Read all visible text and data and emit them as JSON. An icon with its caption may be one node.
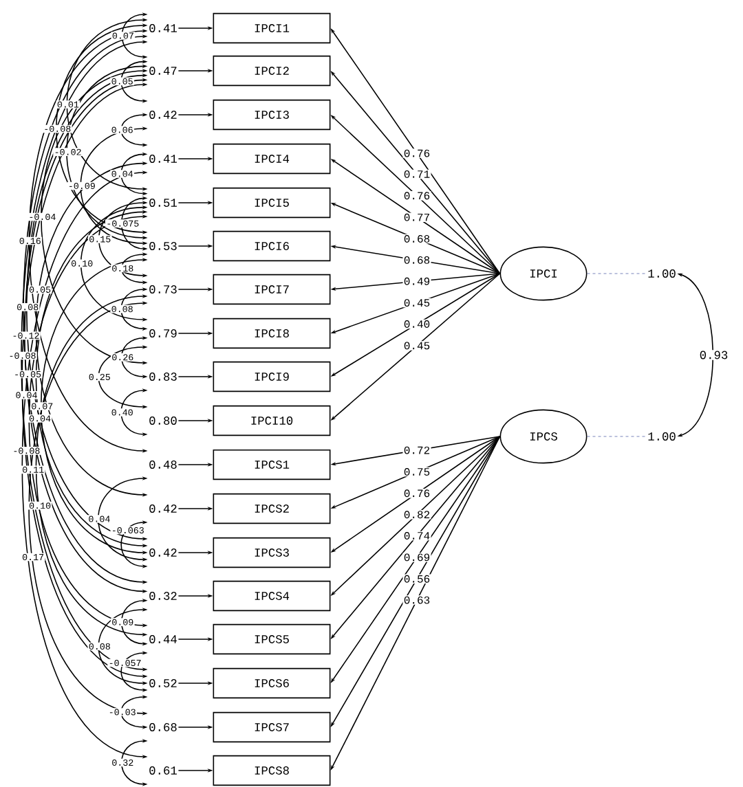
{
  "diagram": {
    "nodes": [
      {
        "text": [
          "IPCI1"
        ]
      },
      {
        "text": [
          "IPCI2"
        ]
      },
      {
        "text": [
          "IPCI3"
        ]
      },
      {
        "text": [
          "IPCI4"
        ]
      },
      {
        "text": [
          "IPCI5"
        ]
      },
      {
        "text": [
          "IPCI6"
        ]
      },
      {
        "text": [
          "IPCI7"
        ]
      },
      {
        "text": [
          "IPCI8"
        ]
      },
      {
        "text": [
          "IPCI9"
        ]
      },
      {
        "text": [
          "IPCI10"
        ]
      },
      {
        "text": [
          "IPCS1"
        ]
      },
      {
        "text": [
          "IPCS2"
        ]
      },
      {
        "text": [
          "IPCS3"
        ]
      },
      {
        "text": [
          "IPCS4"
        ]
      },
      {
        "text": [
          "IPCS5"
        ]
      },
      {
        "text": [
          "IPCS6"
        ]
      },
      {
        "text": [
          "IPCS7"
        ]
      },
      {
        "text": [
          "IPCS8"
        ]
      },
      {
        "text": [
          "IPCI"
        ]
      },
      {
        "text": [
          "IPCS"
        ]
      },
      {
        "text": [
          "0.41"
        ]
      },
      {
        "text": [
          "0.47"
        ]
      },
      {
        "text": [
          "0.42"
        ]
      },
      {
        "text": [
          "0.41"
        ]
      },
      {
        "text": [
          "0.51"
        ]
      },
      {
        "text": [
          "0.53"
        ]
      },
      {
        "text": [
          "0.73"
        ]
      },
      {
        "text": [
          "0.79"
        ]
      },
      {
        "text": [
          "0.83"
        ]
      },
      {
        "text": [
          "0.80"
        ]
      },
      {
        "text": [
          "0.48"
        ]
      },
      {
        "text": [
          "0.42"
        ]
      },
      {
        "text": [
          "0.42"
        ]
      },
      {
        "text": [
          "0.32"
        ]
      },
      {
        "text": [
          "0.44"
        ]
      },
      {
        "text": [
          "0.52"
        ]
      },
      {
        "text": [
          "0.68"
        ]
      },
      {
        "text": [
          "0.61"
        ]
      },
      {
        "text": [
          "1.00"
        ]
      },
      {
        "text": [
          "1.00"
        ]
      }
    ],
    "edges": [
      {
        "from": 20,
        "to": 0,
        "arrow": "to"
      },
      {
        "from": 21,
        "to": 1,
        "arrow": "to"
      },
      {
        "from": 22,
        "to": 2,
        "arrow": "to"
      },
      {
        "from": 23,
        "to": 3,
        "arrow": "to"
      },
      {
        "from": 24,
        "to": 4,
        "arrow": "to"
      },
      {
        "from": 25,
        "to": 5,
        "arrow": "to"
      },
      {
        "from": 26,
        "to": 6,
        "arrow": "to"
      },
      {
        "from": 27,
        "to": 7,
        "arrow": "to"
      },
      {
        "from": 28,
        "to": 8,
        "arrow": "to"
      },
      {
        "from": 29,
        "to": 9,
        "arrow": "to"
      },
      {
        "from": 30,
        "to": 10,
        "arrow": "to"
      },
      {
        "from": 31,
        "to": 11,
        "arrow": "to"
      },
      {
        "from": 32,
        "to": 12,
        "arrow": "to"
      },
      {
        "from": 33,
        "to": 13,
        "arrow": "to"
      },
      {
        "from": 34,
        "to": 14,
        "arrow": "to"
      },
      {
        "from": 35,
        "to": 15,
        "arrow": "to"
      },
      {
        "from": 36,
        "to": 16,
        "arrow": "to"
      },
      {
        "from": 37,
        "to": 17,
        "arrow": "to"
      },
      {
        "from": 18,
        "to": 0,
        "arrow": "to",
        "label": "0.76"
      },
      {
        "from": 18,
        "to": 1,
        "arrow": "to",
        "label": "0.71"
      },
      {
        "from": 18,
        "to": 2,
        "arrow": "to",
        "label": "0.76"
      },
      {
        "from": 18,
        "to": 3,
        "arrow": "to",
        "label": "0.77"
      },
      {
        "from": 18,
        "to": 4,
        "arrow": "to",
        "label": "0.68"
      },
      {
        "from": 18,
        "to": 5,
        "arrow": "to",
        "label": "0.68"
      },
      {
        "from": 18,
        "to": 6,
        "arrow": "to",
        "label": "0.49"
      },
      {
        "from": 18,
        "to": 7,
        "arrow": "to",
        "label": "0.45"
      },
      {
        "from": 18,
        "to": 8,
        "arrow": "to",
        "label": "0.40"
      },
      {
        "from": 18,
        "to": 9,
        "arrow": "to",
        "label": "0.45"
      },
      {
        "from": 19,
        "to": 10,
        "arrow": "to",
        "label": "0.72"
      },
      {
        "from": 19,
        "to": 11,
        "arrow": "to",
        "label": "0.75"
      },
      {
        "from": 19,
        "to": 12,
        "arrow": "to",
        "label": "0.76"
      },
      {
        "from": 19,
        "to": 13,
        "arrow": "to",
        "label": "0.82"
      },
      {
        "from": 19,
        "to": 14,
        "arrow": "to",
        "label": "0.74"
      },
      {
        "from": 19,
        "to": 15,
        "arrow": "to",
        "label": "0.69"
      },
      {
        "from": 19,
        "to": 16,
        "arrow": "to",
        "label": "0.56"
      },
      {
        "from": 19,
        "to": 17,
        "arrow": "to",
        "label": "0.63"
      },
      {
        "from": 18,
        "to": 38,
        "arrow": "none",
        "style": "dashed",
        "color": "#5566aa"
      },
      {
        "from": 19,
        "to": 39,
        "arrow": "none",
        "style": "dashed",
        "color": "#5566aa"
      },
      {
        "from": 38,
        "to": 39,
        "arrow": "both",
        "label": "0.93"
      },
      {
        "from": 20,
        "to": 21,
        "arrow": "both",
        "label": "0.07"
      },
      {
        "from": 21,
        "to": 22,
        "arrow": "both",
        "label": "0.05"
      },
      {
        "from": 22,
        "to": 23,
        "arrow": "both",
        "label": "0.06"
      },
      {
        "from": 20,
        "to": 24,
        "arrow": "both",
        "label": "0.01"
      },
      {
        "from": 20,
        "to": 25,
        "arrow": "both",
        "label": "-0.08"
      },
      {
        "from": 21,
        "to": 25,
        "arrow": "both",
        "label": "-0.02"
      },
      {
        "from": 22,
        "to": 25,
        "arrow": "both",
        "label": "-0.09"
      },
      {
        "from": 23,
        "to": 24,
        "arrow": "both",
        "label": "0.04"
      },
      {
        "from": 21,
        "to": 28,
        "arrow": "both",
        "label": "-0.04"
      },
      {
        "from": 24,
        "to": 25,
        "arrow": "both",
        "label": "-0.075"
      },
      {
        "from": 20,
        "to": 30,
        "arrow": "both",
        "label": "0.16"
      },
      {
        "from": 24,
        "to": 26,
        "arrow": "both",
        "label": "0.15"
      },
      {
        "from": 24,
        "to": 27,
        "arrow": "both",
        "label": "0.10"
      },
      {
        "from": 25,
        "to": 26,
        "arrow": "both",
        "label": "0.18"
      },
      {
        "from": 21,
        "to": 32,
        "arrow": "both",
        "label": "0.08"
      },
      {
        "from": 20,
        "to": 33,
        "arrow": "both",
        "label": "-0.05"
      },
      {
        "from": 26,
        "to": 27,
        "arrow": "both",
        "label": "0.08"
      },
      {
        "from": 21,
        "to": 33,
        "arrow": "both",
        "label": "-0.12"
      },
      {
        "from": 23,
        "to": 31,
        "arrow": "both",
        "label": "0.05"
      },
      {
        "from": 20,
        "to": 35,
        "arrow": "both",
        "label": "-0.08"
      },
      {
        "from": 27,
        "to": 28,
        "arrow": "both",
        "label": "0.26"
      },
      {
        "from": 21,
        "to": 35,
        "arrow": "both",
        "label": "-0.08"
      },
      {
        "from": 24,
        "to": 32,
        "arrow": "both",
        "label": "0.04"
      },
      {
        "from": 27,
        "to": 29,
        "arrow": "both",
        "label": "0.25"
      },
      {
        "from": 25,
        "to": 32,
        "arrow": "both",
        "label": "0.07"
      },
      {
        "from": 28,
        "to": 29,
        "arrow": "both",
        "label": "0.40"
      },
      {
        "from": 24,
        "to": 34,
        "arrow": "both",
        "label": "0.11"
      },
      {
        "from": 23,
        "to": 37,
        "arrow": "both",
        "label": "0.04"
      },
      {
        "from": 26,
        "to": 34,
        "arrow": "both",
        "label": "0.10"
      },
      {
        "from": 30,
        "to": 32,
        "arrow": "both",
        "label": "0.04"
      },
      {
        "from": 26,
        "to": 36,
        "arrow": "both",
        "label": "0.17"
      },
      {
        "from": 31,
        "to": 32,
        "arrow": "both",
        "label": "-0.063"
      },
      {
        "from": 33,
        "to": 34,
        "arrow": "both",
        "label": "0.09"
      },
      {
        "from": 33,
        "to": 35,
        "arrow": "both",
        "label": "0.08"
      },
      {
        "from": 34,
        "to": 35,
        "arrow": "both",
        "label": "-0.057"
      },
      {
        "from": 35,
        "to": 36,
        "arrow": "both",
        "label": "-0.03"
      },
      {
        "from": 36,
        "to": 37,
        "arrow": "both",
        "label": "0.32"
      }
    ]
  }
}
